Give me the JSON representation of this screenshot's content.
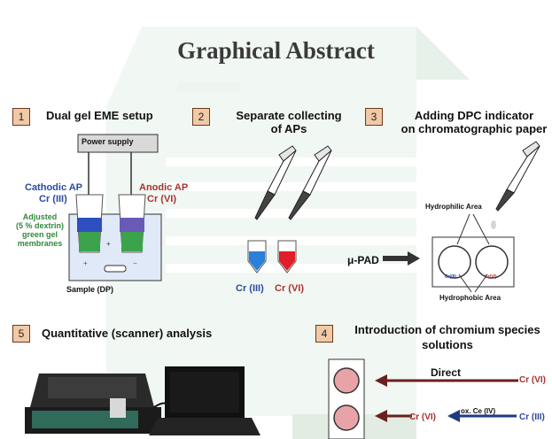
{
  "title": "Graphical Abstract",
  "steps": [
    {
      "num": "1",
      "label": "Dual gel EME setup"
    },
    {
      "num": "2",
      "label": "Separate collecting\nof APs"
    },
    {
      "num": "3",
      "label": "Adding DPC indicator\non chromatographic paper"
    },
    {
      "num": "4",
      "label": "Introduction of chromium species\nsolutions"
    },
    {
      "num": "5",
      "label": "Quantitative (scanner) analysis"
    }
  ],
  "panel1": {
    "power_supply": "Power supply",
    "cathodic_label": "Cathodic AP",
    "cathodic_species": "Cr (III)",
    "anodic_label": "Anodic AP",
    "anodic_species": "Cr (VI)",
    "gel_note": "Adjusted\n(5 % dextrin)\ngreen gel\nmembranes",
    "sample": "Sample (DP)"
  },
  "panel2": {
    "tube1": "Cr (III)",
    "tube2": "Cr (VI)"
  },
  "panel3": {
    "hydrophilic": "Hydrophilic Area",
    "hydrophobic": "Hydrophobic Area",
    "pad_label": "μ-PAD",
    "spot1": "Cr(III)",
    "spot2": "Cr(VI)"
  },
  "panel4": {
    "direct": "Direct",
    "cr6_right": "Cr (VI)",
    "cr6_mid": "Cr (VI)",
    "oxidant": "ox. Ce (IV)",
    "cr3_right": "Cr (III)"
  },
  "colors": {
    "step_box": "#f1c9a6",
    "cathodic": "#2b4aa0",
    "anodic": "#a8322f",
    "gel": "#2f8a3a",
    "arrow": "#6b1f1f",
    "arrow_blue": "#1e3a80"
  }
}
